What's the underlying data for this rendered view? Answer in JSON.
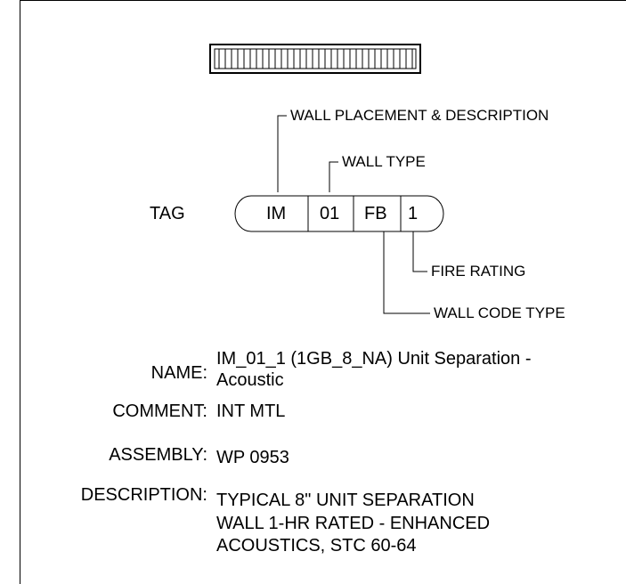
{
  "callouts": {
    "wall_placement": "WALL PLACEMENT & DESCRIPTION",
    "wall_type": "WALL TYPE",
    "fire_rating": "FIRE RATING",
    "wall_code_type": "WALL CODE TYPE"
  },
  "tag": {
    "label": "TAG",
    "segments": [
      "IM",
      "01",
      "FB",
      "1"
    ]
  },
  "properties": {
    "name_label": "NAME:",
    "name_value_line1": "IM_01_1 (1GB_8_NA) Unit Separation -",
    "name_value_line2": "Acoustic",
    "comment_label": "COMMENT:",
    "comment_value": "INT MTL",
    "assembly_label": "ASSEMBLY:",
    "assembly_value": "WP 0953",
    "description_label": "DESCRIPTION:",
    "description_line1": "TYPICAL 8\" UNIT SEPARATION",
    "description_line2": "WALL 1-HR RATED - ENHANCED",
    "description_line3": "ACOUSTICS, STC 60-64"
  }
}
